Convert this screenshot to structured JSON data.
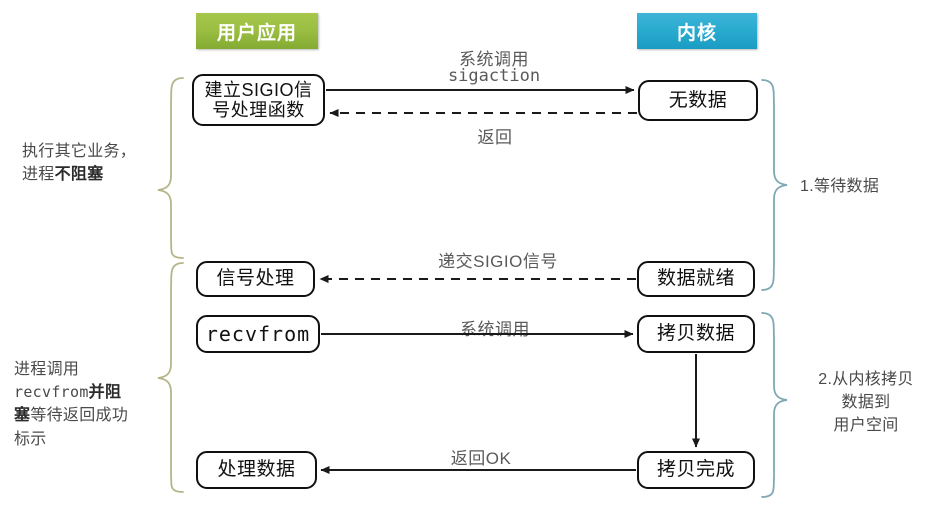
{
  "diagram": {
    "title": "SIGIO signal-driven I/O model",
    "colors": {
      "user_badge": "#9bbf43",
      "kernel_badge": "#2aabd0",
      "node_border": "#101010",
      "arrow": "#1a1a1a",
      "left_brace": "#b5b58a",
      "right_brace": "#7fa8b5",
      "label_text": "#5a5a5a"
    },
    "headers": {
      "user": "用户应用",
      "kernel": "内核"
    },
    "nodes": {
      "sigio_handler": "建立SIGIO信\n号处理函数",
      "sigio_handler_line1": "建立SIGIO信",
      "sigio_handler_line2": "号处理函数",
      "no_data": "无数据",
      "signal_handle": "信号处理",
      "data_ready": "数据就绪",
      "recvfrom": "recvfrom",
      "copying_data": "拷贝数据",
      "process_data": "处理数据",
      "copy_done": "拷贝完成"
    },
    "edges": {
      "syscall_1": "系统调用",
      "sigaction": "sigaction",
      "return": "返回",
      "deliver_sigio": "递交SIGIO信号",
      "syscall_2": "系统调用",
      "return_ok": "返回OK"
    },
    "annotations": {
      "left_top_line1": "执行其它业务，",
      "left_top_line2_plain": "进程",
      "left_top_line2_bold": "不阻塞",
      "left_bottom_line1": "进程调用",
      "left_bottom_mono": "recvfrom",
      "left_bottom_bold1": "并阻",
      "left_bottom_bold2": "塞",
      "left_bottom_tail": "等待返回成功",
      "left_bottom_line4": "标示",
      "right_top": "1.等待数据",
      "right_bottom_line1": "2.从内核拷贝",
      "right_bottom_line2": "数据到",
      "right_bottom_line3": "用户空间"
    }
  }
}
